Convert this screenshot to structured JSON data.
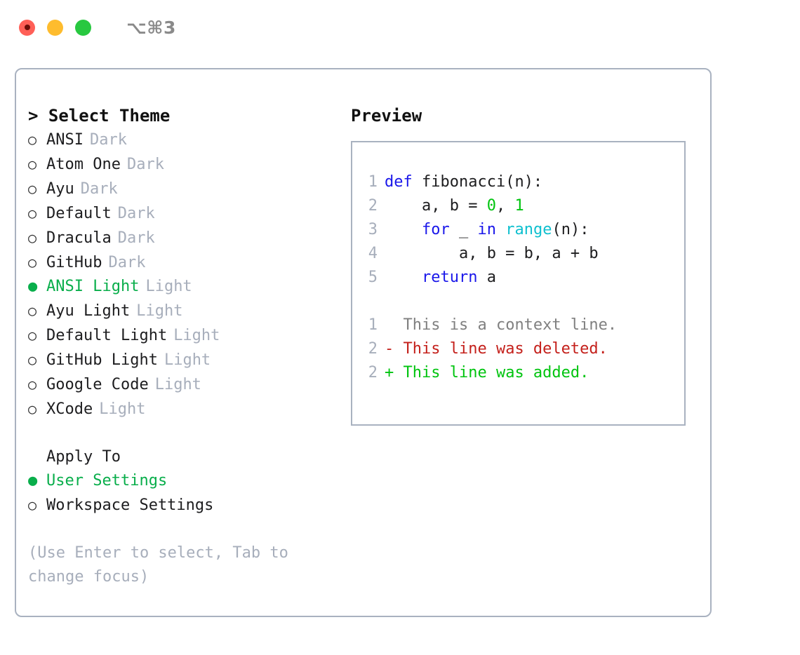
{
  "titlebar": {
    "shortcut": "⌥⌘3",
    "lights": [
      {
        "name": "close",
        "color": "#ff5f57"
      },
      {
        "name": "minimize",
        "color": "#febc2e"
      },
      {
        "name": "maximize",
        "color": "#28c840"
      }
    ]
  },
  "theme_panel": {
    "heading": "> Select Theme",
    "selected_bullet": "●",
    "unselected_bullet": "○",
    "items": [
      {
        "bullet": "○",
        "label": "ANSI",
        "kind": "Dark",
        "selected": false
      },
      {
        "bullet": "○",
        "label": "Atom One",
        "kind": "Dark",
        "selected": false
      },
      {
        "bullet": "○",
        "label": "Ayu",
        "kind": "Dark",
        "selected": false
      },
      {
        "bullet": "○",
        "label": "Default",
        "kind": "Dark",
        "selected": false
      },
      {
        "bullet": "○",
        "label": "Dracula",
        "kind": "Dark",
        "selected": false
      },
      {
        "bullet": "○",
        "label": "GitHub",
        "kind": "Dark",
        "selected": false
      },
      {
        "bullet": "●",
        "label": "ANSI Light",
        "kind": "Light",
        "selected": true
      },
      {
        "bullet": "○",
        "label": "Ayu Light",
        "kind": "Light",
        "selected": false
      },
      {
        "bullet": "○",
        "label": "Default Light",
        "kind": "Light",
        "selected": false
      },
      {
        "bullet": "○",
        "label": "GitHub Light",
        "kind": "Light",
        "selected": false
      },
      {
        "bullet": "○",
        "label": "Google Code",
        "kind": "Light",
        "selected": false
      },
      {
        "bullet": "○",
        "label": "XCode",
        "kind": "Light",
        "selected": false
      }
    ]
  },
  "apply_to": {
    "heading": "Apply To",
    "options": [
      {
        "bullet": "●",
        "label": "User Settings",
        "selected": true
      },
      {
        "bullet": "○",
        "label": "Workspace Settings",
        "selected": false
      }
    ]
  },
  "hint": "(Use Enter to select, Tab to change focus)",
  "preview": {
    "heading": "Preview",
    "code_lines": [
      {
        "number": "1",
        "tokens": [
          {
            "text": "def",
            "type": "kw"
          },
          {
            "text": " fibonacci(n):",
            "type": "plain"
          }
        ]
      },
      {
        "number": "2",
        "tokens": [
          {
            "text": "    a, b = ",
            "type": "plain"
          },
          {
            "text": "0",
            "type": "num"
          },
          {
            "text": ", ",
            "type": "plain"
          },
          {
            "text": "1",
            "type": "num"
          }
        ]
      },
      {
        "number": "3",
        "tokens": [
          {
            "text": "    ",
            "type": "plain"
          },
          {
            "text": "for",
            "type": "kw"
          },
          {
            "text": " _ ",
            "type": "plain"
          },
          {
            "text": "in",
            "type": "kw"
          },
          {
            "text": " ",
            "type": "plain"
          },
          {
            "text": "range",
            "type": "fn"
          },
          {
            "text": "(n):",
            "type": "plain"
          }
        ]
      },
      {
        "number": "4",
        "tokens": [
          {
            "text": "        a, b = b, a + b",
            "type": "plain"
          }
        ]
      },
      {
        "number": "5",
        "tokens": [
          {
            "text": "    ",
            "type": "plain"
          },
          {
            "text": "return",
            "type": "kw"
          },
          {
            "text": " a",
            "type": "plain"
          }
        ]
      }
    ],
    "diff_lines": [
      {
        "number": "1",
        "marker": "  ",
        "text": "This is a context line.",
        "type": "ctx"
      },
      {
        "number": "2",
        "marker": "- ",
        "text": "This line was deleted.",
        "type": "del"
      },
      {
        "number": "2",
        "marker": "+ ",
        "text": "This line was added.",
        "type": "add"
      }
    ]
  },
  "colors": {
    "accent_green": "#09ae4b",
    "muted": "#a7aebb",
    "border": "#a9b2c0",
    "keyword": "#1a17ea",
    "function": "#0fc0cf",
    "number": "#00c40f",
    "diff_context": "#808080",
    "diff_deleted": "#c4201b",
    "diff_added": "#00c40f"
  }
}
